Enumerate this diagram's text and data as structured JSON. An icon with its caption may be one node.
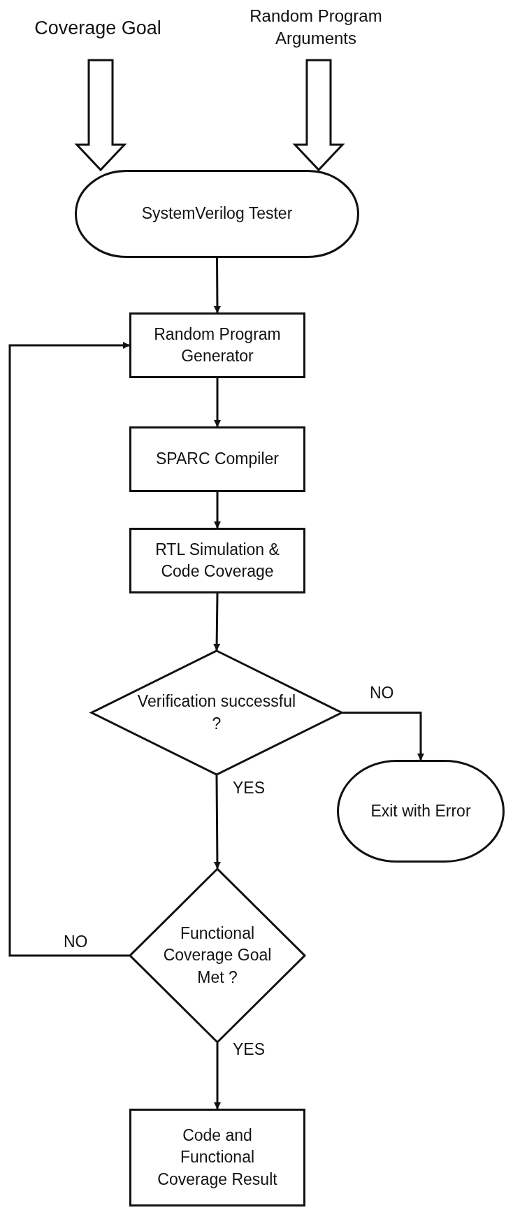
{
  "diagram": {
    "nodes": [
      {
        "text": [
          "Coverage Goal"
        ]
      },
      {
        "text": [
          "Random Program Arguments"
        ]
      },
      {
        "text": [
          "SystemVerilog Tester"
        ]
      },
      {
        "text": [
          "Random Program Generator"
        ]
      },
      {
        "text": [
          "SPARC Compiler"
        ]
      },
      {
        "text": [
          "RTL Simulation & Code Coverage"
        ]
      },
      {
        "text": [
          "Verification successful ?"
        ]
      },
      {
        "text": [
          "Exit with Error"
        ]
      },
      {
        "text": [
          "Functional Coverage Goal Met ?"
        ]
      },
      {
        "text": [
          "Code and Functional Coverage Result"
        ]
      }
    ],
    "edges": [
      {
        "from": 0,
        "to": 2,
        "arrow": "to",
        "style": "thick"
      },
      {
        "from": 1,
        "to": 2,
        "arrow": "to",
        "style": "thick"
      },
      {
        "from": 2,
        "to": 3,
        "arrow": "to"
      },
      {
        "from": 3,
        "to": 4,
        "arrow": "to"
      },
      {
        "from": 4,
        "to": 5,
        "arrow": "to"
      },
      {
        "from": 5,
        "to": 6,
        "arrow": "to"
      },
      {
        "from": 6,
        "to": 7,
        "arrow": "to",
        "label": "NO"
      },
      {
        "from": 6,
        "to": 8,
        "arrow": "to",
        "label": "YES"
      },
      {
        "from": 8,
        "to": 3,
        "arrow": "to",
        "label": "NO"
      },
      {
        "from": 8,
        "to": 9,
        "arrow": "to",
        "label": "YES"
      }
    ]
  }
}
